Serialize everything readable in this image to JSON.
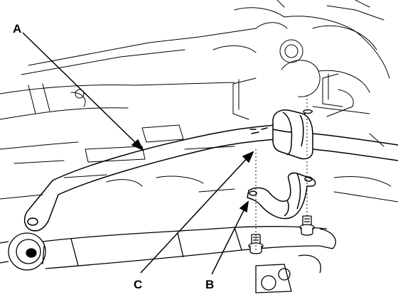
{
  "diagram": {
    "labels": {
      "a": "A",
      "b": "B",
      "c": "C"
    },
    "colors": {
      "ink": "#000000",
      "background": "#ffffff",
      "light_line": "#777777"
    },
    "parts": [
      "stabilizer-bar",
      "bushing-holder",
      "bushing",
      "flange-bolts",
      "suspension-arm",
      "subframe"
    ]
  }
}
